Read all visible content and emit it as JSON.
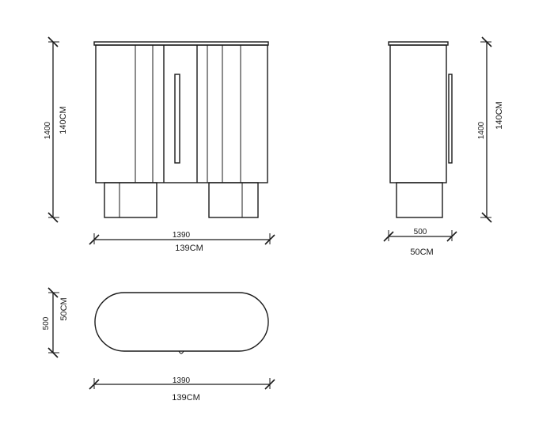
{
  "front_view": {
    "height_mm": "1400",
    "height_cm": "140CM",
    "width_mm": "1390",
    "width_cm": "139CM"
  },
  "side_view": {
    "height_mm": "1400",
    "height_cm": "140CM",
    "depth_mm": "500",
    "depth_cm": "50CM"
  },
  "top_view": {
    "depth_mm": "500",
    "depth_cm": "50CM",
    "width_mm": "1390",
    "width_cm": "139CM"
  }
}
